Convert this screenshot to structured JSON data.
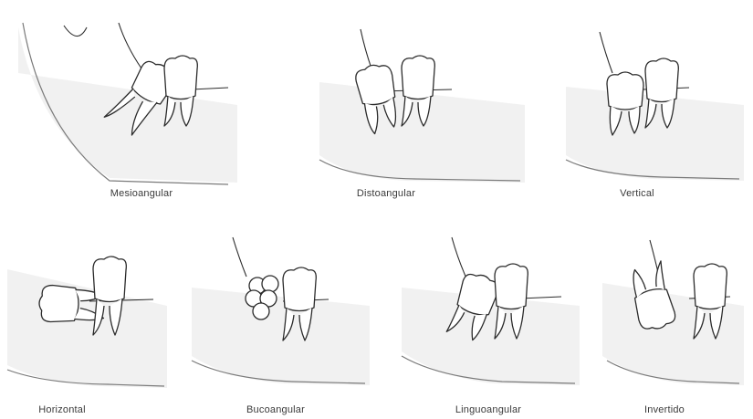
{
  "figure": {
    "row1": [
      {
        "id": "mesioangular",
        "label": "Mesioangular"
      },
      {
        "id": "distoangular",
        "label": "Distoangular"
      },
      {
        "id": "vertical",
        "label": "Vertical"
      }
    ],
    "row2": [
      {
        "id": "horizontal",
        "label": "Horizontal"
      },
      {
        "id": "bucoangular",
        "label": "Bucoangular"
      },
      {
        "id": "linguoangular",
        "label": "Linguoangular"
      },
      {
        "id": "invertido",
        "label": "Invertido"
      }
    ]
  },
  "colors": {
    "ink": "#2b2b2b",
    "shading": "#e6e6e6",
    "background": "#ffffff"
  }
}
